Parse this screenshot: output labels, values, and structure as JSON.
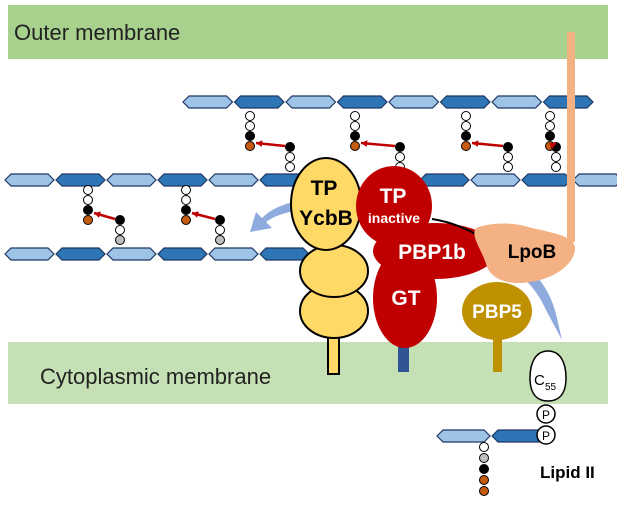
{
  "membranes": {
    "outer": {
      "label": "Outer membrane",
      "color": "#a9d18e"
    },
    "cytoplasmic": {
      "label": "Cytoplasmic membrane",
      "color": "#c5e0b4"
    }
  },
  "proteins": {
    "ycbb": {
      "tp_label": "TP",
      "name_label": "YcbB",
      "color": "#ffd966"
    },
    "pbp1b": {
      "tp_label": "TP",
      "tp_sub_label": "inactive",
      "name_label": "PBP1b",
      "gt_label": "GT",
      "color": "#c00000"
    },
    "lpob": {
      "name_label": "LpoB",
      "color": "#f4b183"
    },
    "pbp5": {
      "name_label": "PBP5",
      "color": "#bf9000"
    }
  },
  "lipid_carrier": {
    "carrier_label": "C",
    "carrier_sub": "55",
    "phosphate_label": "P",
    "name_label": "Lipid II"
  },
  "colors": {
    "glycan_light": "#9dc3e6",
    "glycan_dark": "#2e75b6",
    "glycan_edge": "#1f3864",
    "crosslink_arrow": "#c00000",
    "amino_acid_black": "#000000",
    "amino_acid_orange": "#c55a11",
    "amino_acid_gray": "#bfbfbf",
    "transfer_arrow": "#8faadc"
  }
}
